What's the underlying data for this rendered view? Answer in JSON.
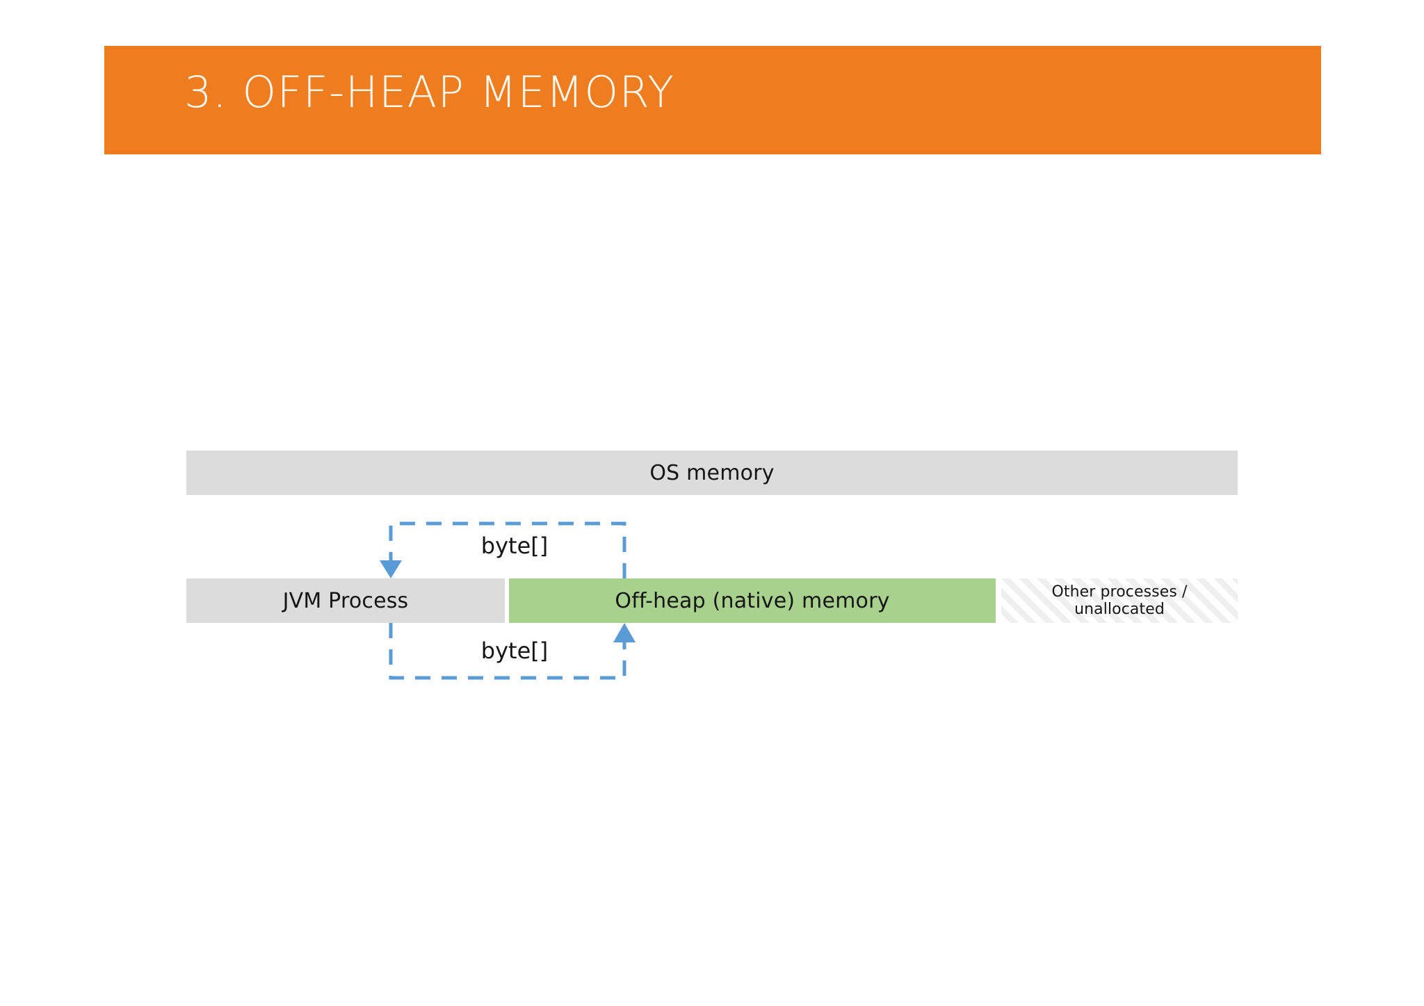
{
  "slide": {
    "background_color": "#FFFFFF",
    "title": {
      "text": "3. OFF-HEAP MEMORY",
      "banner_color": "#ED7D1F",
      "text_color": "#FDF7F0"
    }
  },
  "diagram": {
    "os_memory": {
      "label": "OS memory",
      "color": "#DCDCDC"
    },
    "jvm_process": {
      "label": "JVM Process",
      "color": "#DCDCDC"
    },
    "off_heap": {
      "label": "Off-heap (native) memory",
      "color": "#A9D18E"
    },
    "other": {
      "label_line1": "Other processes /",
      "label_line2": "unallocated",
      "pattern": "diagonal-hatch",
      "pattern_color": "#EFEFEF"
    },
    "callouts": {
      "accent_color": "#5B9BD5",
      "top": {
        "label": "byte[]",
        "direction": "down-into-jvm-process"
      },
      "bottom": {
        "label": "byte[]",
        "direction": "up-into-off-heap"
      }
    }
  }
}
